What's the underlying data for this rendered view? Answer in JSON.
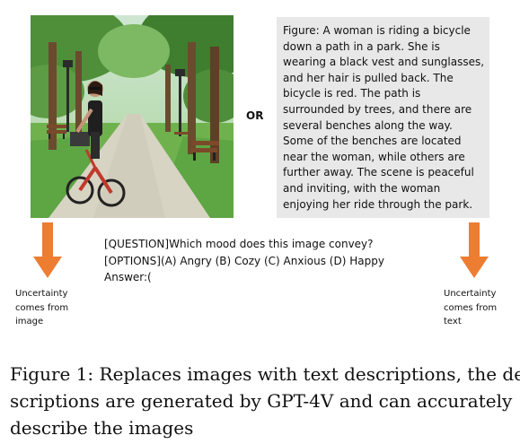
{
  "figure": {
    "connector_label": "OR",
    "description_lines": [
      "Figure: A woman is riding a bicycle",
      "down a path in a park. She is",
      "wearing a black vest and sunglasses,",
      "and her hair is pulled back. The",
      "bicycle is red. The path is",
      "surrounded by trees, and there are",
      "several benches along the way.",
      "Some of the benches are located",
      "near the woman, while others are",
      "further away. The scene is peaceful",
      "and inviting, with the woman",
      "enjoying her ride through the park."
    ],
    "prompt_lines": [
      "[QUESTION]Which mood does this image convey?",
      "[OPTIONS](A) Angry (B) Cozy (C) Anxious (D) Happy",
      "Answer:("
    ],
    "left_note_lines": [
      "Uncertainty",
      "comes from",
      "image"
    ],
    "right_note_lines": [
      "Uncertainty",
      "comes from",
      "text"
    ],
    "arrow_color": "#ed7d31",
    "box_color": "#e8e8e8"
  },
  "caption_lines": [
    "Figure 1: Replaces images with text descriptions, the de-",
    "scriptions are generated by GPT-4V and can accurately",
    "describe the images"
  ]
}
